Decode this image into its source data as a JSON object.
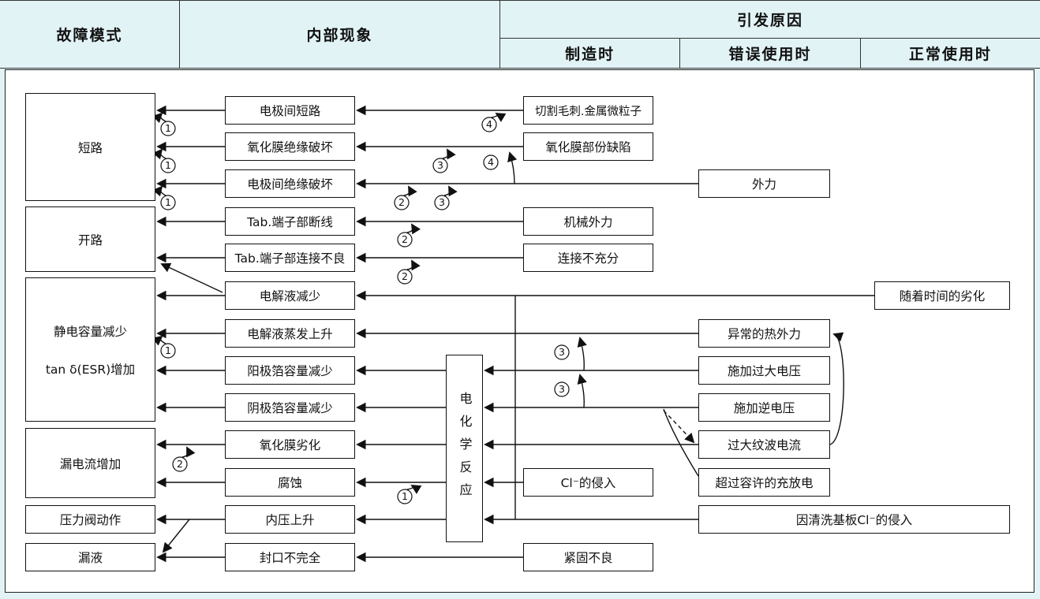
{
  "header": {
    "failure_mode": "故障模式",
    "internal_phenomenon": "内部现象",
    "cause": "引发原因",
    "cause_manufacturing": "制造时",
    "cause_misuse": "错误使用时",
    "cause_normal": "正常使用时"
  },
  "failure_modes": [
    "短路",
    "开路",
    "静电容量减少",
    "tan δ(ESR)增加",
    "漏电流增加",
    "压力阀动作",
    "漏液"
  ],
  "internal_phenomena": [
    "电极间短路",
    "氧化膜绝缘破坏",
    "电极间绝缘破坏",
    "Tab.端子部断线",
    "Tab.端子部连接不良",
    "电解液减少",
    "电解液蒸发上升",
    "阳极箔容量减少",
    "阴极箔容量减少",
    "氧化膜劣化",
    "腐蚀",
    "内压上升",
    "封口不完全"
  ],
  "process_node": "电化学反应",
  "causes_manufacturing": [
    "切割毛刺.金属微粒子",
    "氧化膜部份缺陷",
    "机械外力",
    "连接不充分",
    "Cl⁻的侵入",
    "紧固不良"
  ],
  "causes_misuse": [
    "外力",
    "异常的热外力",
    "施加过大电压",
    "施加逆电压",
    "过大纹波电流",
    "超过容许的充放电",
    "因清洗基板Cl⁻的侵入"
  ],
  "causes_normal": [
    "随着时间的劣化"
  ],
  "markers": [
    "1",
    "2",
    "3",
    "4"
  ],
  "colors": {
    "header_bg": "#e2f3f6",
    "line": "#111111",
    "box_bg": "#ffffff"
  }
}
